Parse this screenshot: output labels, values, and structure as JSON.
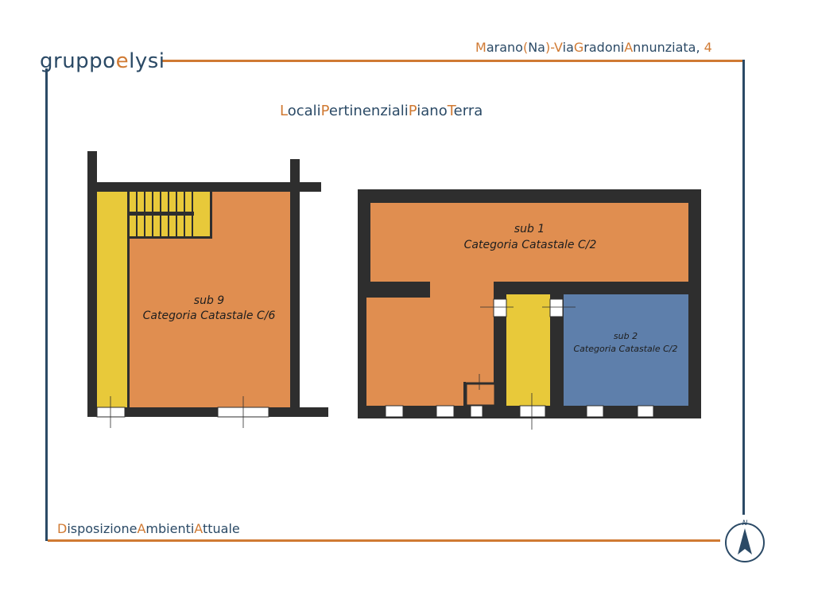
{
  "logo": {
    "prefix": "gruppo",
    "accent_char": "e",
    "suffix": "lysi"
  },
  "header": {
    "address_parts": [
      "M",
      "arano",
      "(",
      "Na",
      ")-",
      "V",
      "ia",
      "G",
      "radoni",
      "A",
      "nnunziata, ",
      "4"
    ]
  },
  "title_parts": [
    "L",
    "ocali",
    "P",
    "ertinenziali",
    "P",
    "iano",
    "T",
    "erra"
  ],
  "caption_parts": [
    "D",
    "isposizione",
    "A",
    "mbienti",
    "A",
    "ttuale"
  ],
  "rooms": {
    "sub9": {
      "name": "sub 9",
      "category": "Categoria Catastale C/6"
    },
    "sub1": {
      "name": "sub 1",
      "category": "Categoria Catastale C/2"
    },
    "sub2": {
      "name": "sub 2",
      "category": "Categoria Catastale C/2"
    }
  },
  "compass": {
    "label": "N"
  },
  "colors": {
    "navy": "#2b4a66",
    "accent": "#d07a33",
    "wall": "#2e2e2e",
    "room_orange": "#e08e50",
    "stair_yellow": "#e8c93a",
    "room_blue": "#5e7fab"
  }
}
